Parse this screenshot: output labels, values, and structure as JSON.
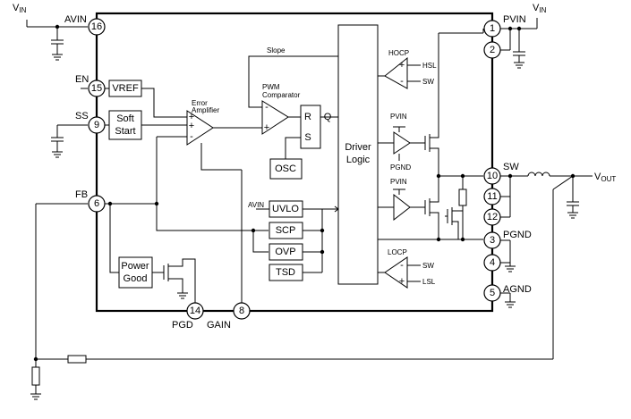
{
  "pins": [
    {
      "num": "16",
      "label": "AVIN"
    },
    {
      "num": "15",
      "label": "EN"
    },
    {
      "num": "9",
      "label": "SS"
    },
    {
      "num": "6",
      "label": "FB"
    },
    {
      "num": "14",
      "label": "PGD"
    },
    {
      "num": "8",
      "label": "GAIN"
    },
    {
      "num": "1",
      "label": "PVIN"
    },
    {
      "num": "2",
      "label": ""
    },
    {
      "num": "10",
      "label": "SW"
    },
    {
      "num": "11",
      "label": ""
    },
    {
      "num": "12",
      "label": ""
    },
    {
      "num": "3",
      "label": "PGND"
    },
    {
      "num": "4",
      "label": ""
    },
    {
      "num": "5",
      "label": "AGND"
    }
  ],
  "external": {
    "vin_left": "V",
    "vin_left_sub": "IN",
    "vin_right": "V",
    "vin_right_sub": "IN",
    "vout": "V",
    "vout_sub": "OUT"
  },
  "blocks": {
    "vref": "VREF",
    "soft_start_1": "Soft",
    "soft_start_2": "Start",
    "error_amp_1": "Error",
    "error_amp_2": "Amplifier",
    "slope": "Slope",
    "pwm_1": "PWM",
    "pwm_2": "Comparator",
    "latch_r": "R",
    "latch_s": "S",
    "latch_q": "Q",
    "osc": "OSC",
    "driver_1": "Driver",
    "driver_2": "Logic",
    "avin": "AVIN",
    "uvlo": "UVLO",
    "scp": "SCP",
    "ovp": "OVP",
    "tsd": "TSD",
    "power_good_1": "Power",
    "power_good_2": "Good",
    "hocp": "HOCP",
    "hsl": "HSL",
    "sw_hocp": "SW",
    "pvin_hs": "PVIN",
    "pgnd_hs": "PGND",
    "pvin_ls": "PVIN",
    "locp": "LOCP",
    "sw_locp": "SW",
    "lsl": "LSL",
    "amp_plus": "+",
    "amp_minus": "-"
  }
}
